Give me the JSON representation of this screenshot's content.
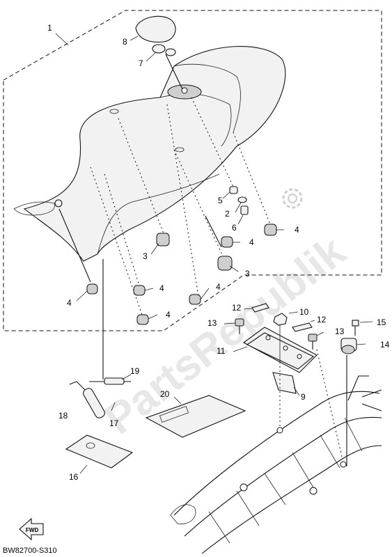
{
  "callouts": [
    "1",
    "2",
    "3",
    "3",
    "4",
    "4",
    "4",
    "4",
    "4",
    "4",
    "5",
    "6",
    "7",
    "8",
    "9",
    "10",
    "11",
    "12",
    "12",
    "13",
    "13",
    "14",
    "15",
    "16",
    "17",
    "18",
    "19",
    "20"
  ],
  "diagram_code": "BW82700-S310",
  "fwd_label": "FWD",
  "watermark": "PartsRepublik",
  "icons": [
    "gear-icon",
    "fwd-arrow-icon"
  ]
}
